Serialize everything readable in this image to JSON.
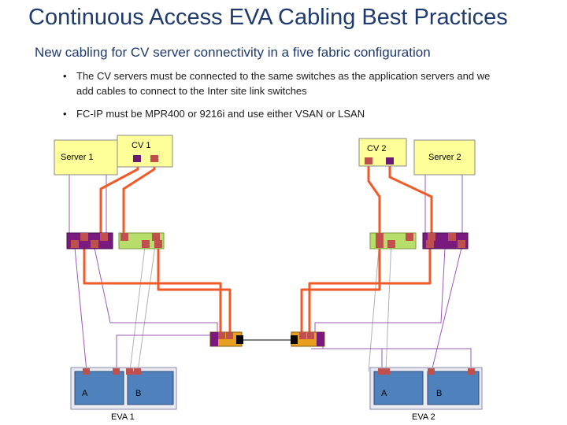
{
  "slide": {
    "title": "Continuous Access EVA Cabling Best Practices",
    "subtitle": "New cabling for CV server connectivity in a five fabric configuration",
    "bullets": [
      {
        "line1": "The CV servers must be connected to the same switches as the application servers and we",
        "line2": "add cables to connect to the Inter site link switches"
      },
      {
        "line1": "FC-IP must be MPR400 or 9216i and use either VSAN or LSAN"
      }
    ],
    "bullet_glyph": "•"
  },
  "diagram": {
    "labels": {
      "server1": "Server 1",
      "cv1": "CV 1",
      "cv2": "CV 2",
      "server2": "Server 2",
      "eva1_a": "A",
      "eva1_b": "B",
      "eva2_a": "A",
      "eva2_b": "B",
      "eva1": "EVA 1",
      "eva2": "EVA 2"
    },
    "colors": {
      "server_fill": "#ffff99",
      "cable_orange": "#f05a28",
      "cable_purple": "#9b59b6",
      "cable_gray": "#b0b0b0",
      "switch_purple": "#7b1a7e",
      "switch_green": "#b7dd6a",
      "fcip_gold": "#e8a020",
      "eva_blue": "#4f81bd",
      "port_red": "#c0504d",
      "port_purple": "#6a1a70"
    }
  }
}
